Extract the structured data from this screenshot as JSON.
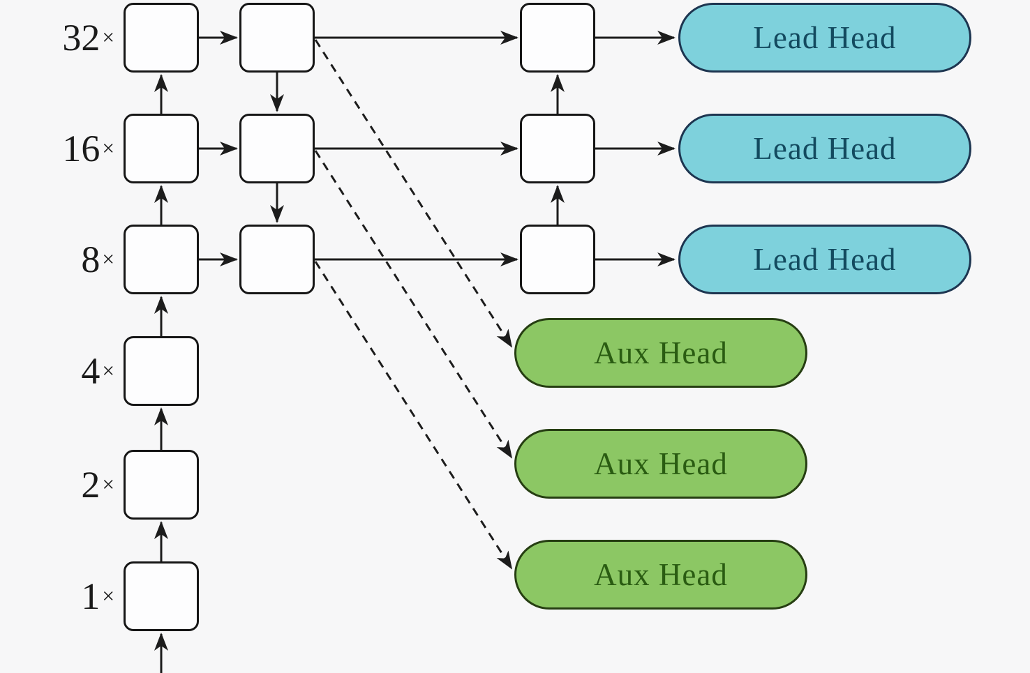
{
  "figure": {
    "scale_labels": [
      {
        "value": "32",
        "times": "×"
      },
      {
        "value": "16",
        "times": "×"
      },
      {
        "value": "8",
        "times": "×"
      },
      {
        "value": "4",
        "times": "×"
      },
      {
        "value": "2",
        "times": "×"
      },
      {
        "value": "1",
        "times": "×"
      }
    ],
    "lead_heads": [
      {
        "label": "Lead Head"
      },
      {
        "label": "Lead Head"
      },
      {
        "label": "Lead Head"
      }
    ],
    "aux_heads": [
      {
        "label": "Aux Head"
      },
      {
        "label": "Aux Head"
      },
      {
        "label": "Aux Head"
      }
    ],
    "colors": {
      "background": "#f7f7f8",
      "line": "#1c1c1c",
      "box_fill": "#fdfdfe",
      "box_border": "#161616",
      "lead_fill": "#7ed1dc",
      "lead_border": "#1d3550",
      "lead_text": "#134a5f",
      "aux_fill": "#8cc764",
      "aux_border": "#263e12",
      "aux_text": "#2a5c12",
      "label_text": "#1a1a1a"
    }
  }
}
